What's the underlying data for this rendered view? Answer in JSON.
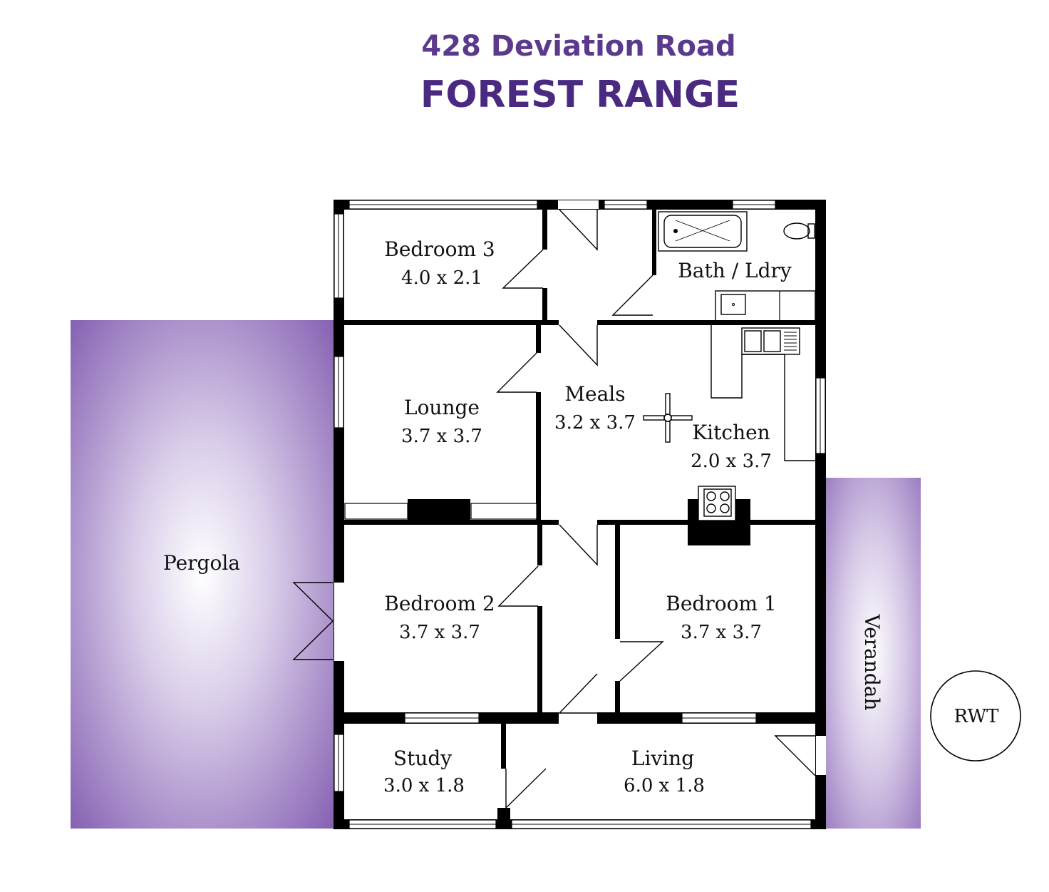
{
  "header": {
    "address": "428 Deviation Road",
    "suburb": "FOREST RANGE"
  },
  "colors": {
    "title": "#5b3a8e",
    "outdoor_area": "#8a67b4",
    "walls": "#000000"
  },
  "rooms": {
    "bedroom3": {
      "name": "Bedroom 3",
      "size": "4.0 x 2.1"
    },
    "bath": {
      "name": "Bath / Ldry"
    },
    "lounge": {
      "name": "Lounge",
      "size": "3.7 x 3.7"
    },
    "meals": {
      "name": "Meals",
      "size": "3.2 x 3.7"
    },
    "kitchen": {
      "name": "Kitchen",
      "size": "2.0 x 3.7"
    },
    "bedroom2": {
      "name": "Bedroom 2",
      "size": "3.7 x 3.7"
    },
    "bedroom1": {
      "name": "Bedroom 1",
      "size": "3.7 x 3.7"
    },
    "study": {
      "name": "Study",
      "size": "3.0 x 1.8"
    },
    "living": {
      "name": "Living",
      "size": "6.0 x 1.8"
    }
  },
  "outdoor": {
    "pergola": "Pergola",
    "verandah": "Verandah",
    "rwt": "RWT"
  },
  "fixtures": [
    "bathtub-icon",
    "toilet-icon",
    "basin-icon",
    "sink-icon",
    "ceiling-fan-icon",
    "cooktop-icon"
  ]
}
